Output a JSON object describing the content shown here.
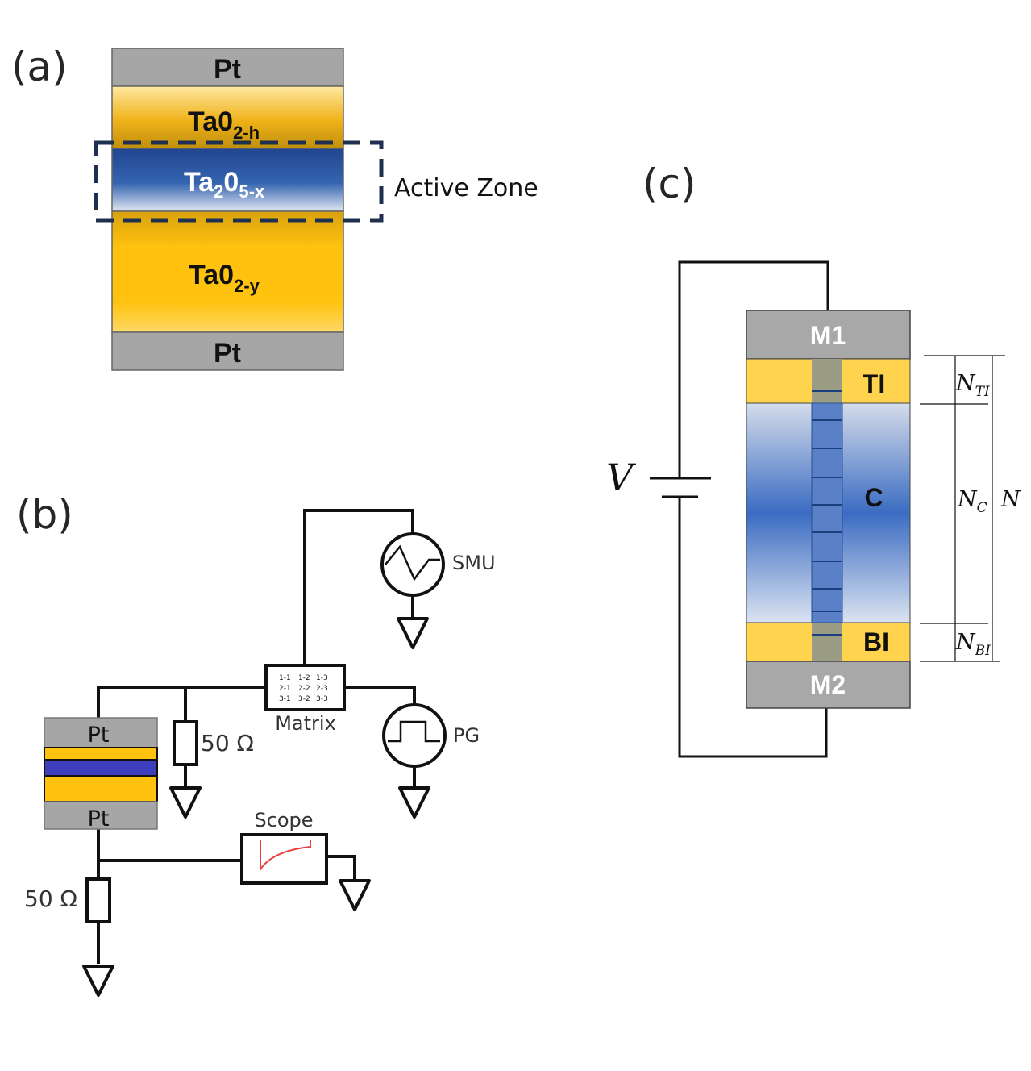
{
  "panels": {
    "a": "(a)",
    "b": "(b)",
    "c": "(c)"
  },
  "stack_a": {
    "top_pt": "Pt",
    "taoh_main": "Ta0",
    "taoh_sub": "2-h",
    "ta2o5_main": "Ta",
    "ta2o5_sub1": "2",
    "ta2o5_mid": "0",
    "ta2o5_sub2": "5-x",
    "taoy_main": "Ta0",
    "taoy_sub": "2-y",
    "bottom_pt": "Pt",
    "active_zone": "Active Zone"
  },
  "circuit_b": {
    "smu": "SMU",
    "pg": "PG",
    "matrix": "Matrix",
    "matrix_cells": [
      "1-1",
      "1-2",
      "1-3",
      "2-1",
      "2-2",
      "2-3",
      "3-1",
      "3-2",
      "3-3"
    ],
    "resistor_top": "50 Ω",
    "resistor_bottom": "50 Ω",
    "scope": "Scope",
    "pt_top": "Pt",
    "pt_bottom": "Pt"
  },
  "model_c": {
    "m1": "M1",
    "ti": "TI",
    "c": "C",
    "bi": "BI",
    "m2": "M2",
    "v": "V",
    "n_ti_main": "N",
    "n_ti_sub": "TI",
    "n_c_main": "N",
    "n_c_sub": "C",
    "n_bi_main": "N",
    "n_bi_sub": "BI",
    "n_total": "N"
  },
  "colors": {
    "pt_gray": "#a6a6a6",
    "gold": "#ffc20e",
    "blue": "#2f5da8",
    "cell_yellow": "#ffd34d"
  }
}
